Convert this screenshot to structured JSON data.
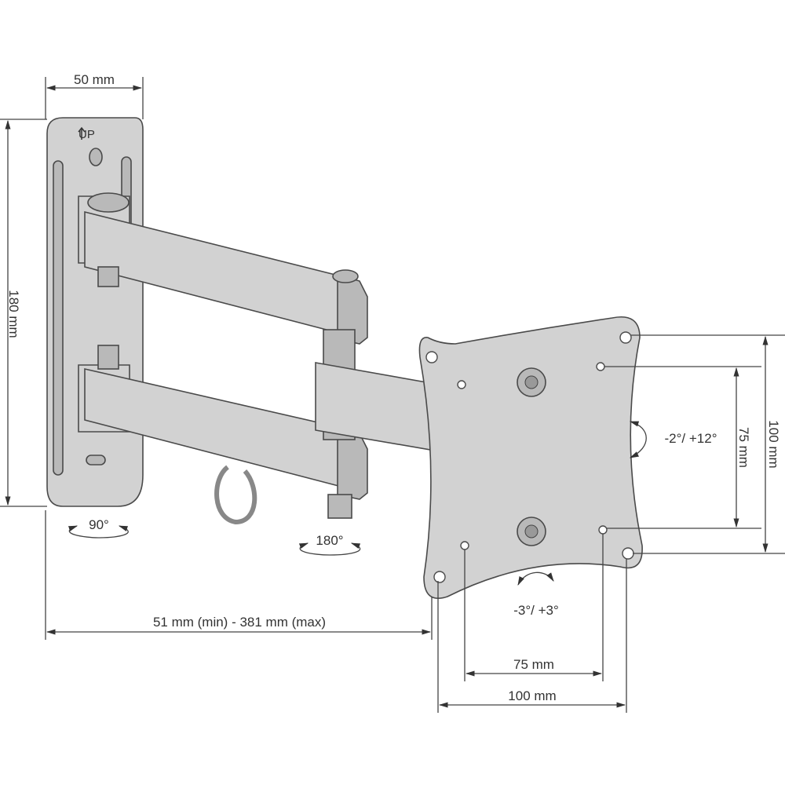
{
  "title": "Wall mount dimensions diagram",
  "plate_label": "UP",
  "dimensions": {
    "plate_width": "50 mm",
    "plate_height": "180 mm",
    "extension": "51 mm (min) - 381 mm (max)",
    "vesa_small_horizontal": "75 mm",
    "vesa_large_horizontal": "100 mm",
    "vesa_small_vertical": "75 mm",
    "vesa_large_vertical": "100 mm"
  },
  "rotations": {
    "wall_swivel": "90°",
    "arm_swivel": "180°",
    "tilt": "-2°/ +12°",
    "roll": "-3°/ +3°"
  }
}
